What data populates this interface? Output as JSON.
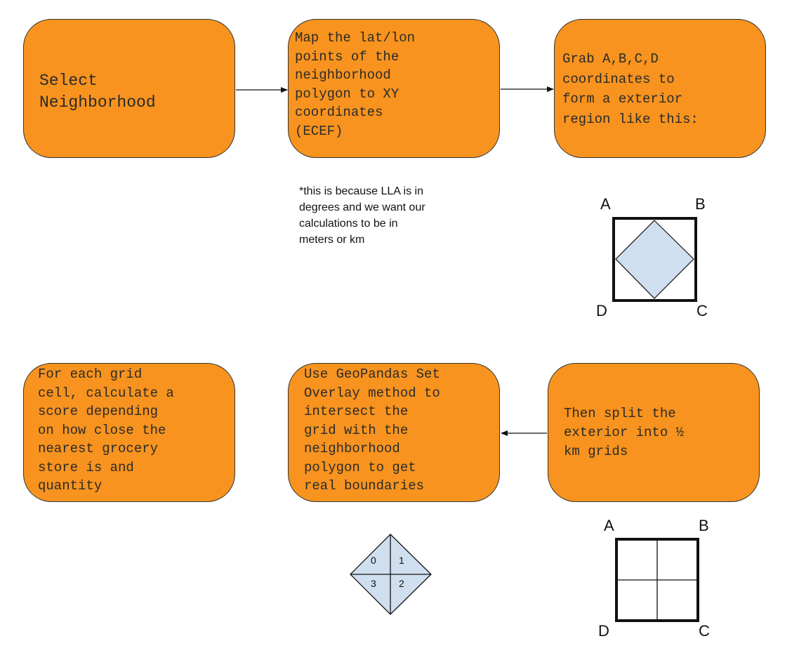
{
  "colors": {
    "node_fill": "#f7931e",
    "node_border": "#333333",
    "polygon_fill": "#cfdff0"
  },
  "steps": {
    "select_neighborhood": "Select\nNeighborhood",
    "map_points": "Map the lat/lon\npoints of the\nneighborhood\npolygon to XY\ncoordinates\n(ECEF)",
    "grab_coords": "Grab A,B,C,D\ncoordinates to\nform a exterior\nregion like this:",
    "split_exterior": "Then split the\nexterior into ½\nkm grids",
    "overlay": "Use GeoPandas Set\nOverlay method to\nintersect the\ngrid with the\nneighborhood\npolygon to get\nreal boundaries",
    "score": "For each grid\ncell, calculate a\nscore depending\non how close the\nnearest grocery\nstore is and\nquantity"
  },
  "note": "*this is because LLA is in\ndegrees and we want our\ncalculations to be in\nmeters or km",
  "exterior_diagram": {
    "a": "A",
    "b": "B",
    "c": "C",
    "d": "D"
  },
  "grid_diagram": {
    "a": "A",
    "b": "B",
    "c": "C",
    "d": "D"
  },
  "overlay_diagram": {
    "cells": [
      "0",
      "1",
      "3",
      "2"
    ]
  }
}
